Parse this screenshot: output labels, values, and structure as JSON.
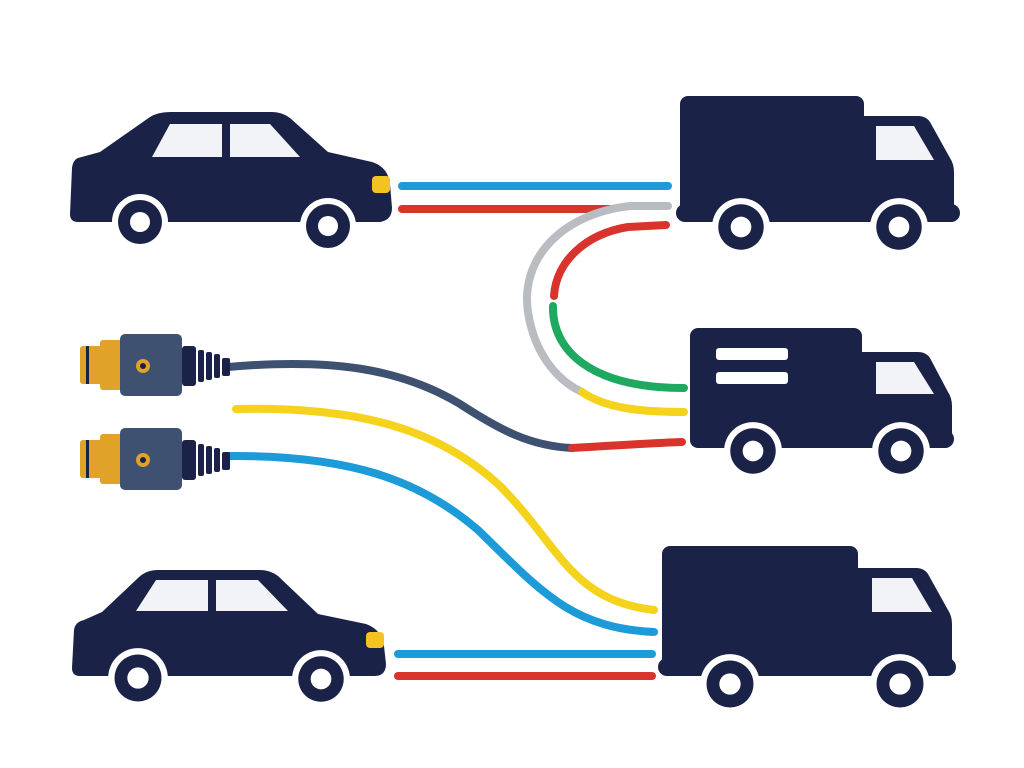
{
  "colors": {
    "navy": "#1a2347",
    "blue": "#1d9ad8",
    "red": "#d9342b",
    "gray": "#b9bcc0",
    "green": "#1fa860",
    "yellow": "#f5d21c",
    "slate": "#3e5170",
    "gold": "#e0a228",
    "headlight": "#f3c322",
    "window": "#f2f3f6",
    "white": "#ffffff"
  },
  "diagram": {
    "nodes": [
      {
        "id": "car-top",
        "icon": "car-icon"
      },
      {
        "id": "car-bottom",
        "icon": "car-icon"
      },
      {
        "id": "truck-top",
        "icon": "box-truck-icon"
      },
      {
        "id": "truck-middle",
        "icon": "delivery-van-icon"
      },
      {
        "id": "truck-bottom",
        "icon": "box-truck-icon"
      },
      {
        "id": "connector-upper",
        "icon": "cable-connector-icon"
      },
      {
        "id": "connector-lower",
        "icon": "cable-connector-icon"
      }
    ],
    "links": [
      {
        "from": "car-top",
        "to": "truck-top",
        "color": "blue"
      },
      {
        "from": "car-top",
        "to": "truck-top",
        "color": "red"
      },
      {
        "from": "truck-top",
        "to": "truck-middle",
        "color": "gray"
      },
      {
        "from": "truck-top",
        "to": "truck-middle",
        "color": "red"
      },
      {
        "from": "truck-top",
        "to": "truck-middle",
        "color": "green"
      },
      {
        "from": "connector-upper",
        "to": "truck-middle",
        "color": "slate"
      },
      {
        "from": "connector-upper",
        "to": "truck-bottom",
        "color": "yellow"
      },
      {
        "from": "connector-lower",
        "to": "truck-bottom",
        "color": "blue"
      },
      {
        "from": "car-bottom",
        "to": "truck-bottom",
        "color": "blue"
      },
      {
        "from": "car-bottom",
        "to": "truck-bottom",
        "color": "red"
      }
    ]
  }
}
